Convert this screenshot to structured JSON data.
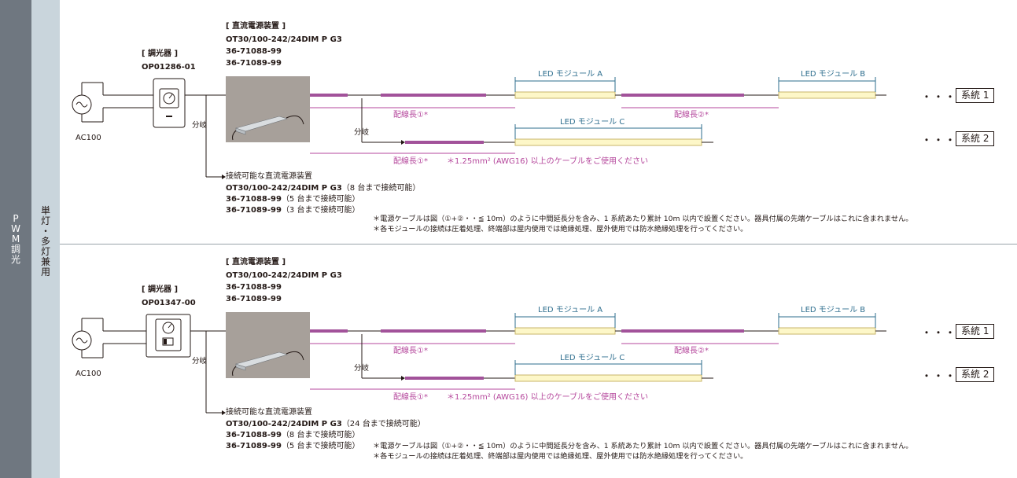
{
  "side": {
    "pwm_chars": [
      "P",
      "W",
      "M",
      "調",
      "光"
    ],
    "mode_chars": [
      "単",
      "灯",
      "・",
      "多",
      "灯",
      "兼",
      "用"
    ]
  },
  "sections": [
    {
      "dimmer_title": "[ 調光器 ]",
      "dimmer_model": "OP01286-01",
      "power_title": "[ 直流電源装置 ]",
      "power_models": [
        "OT30/100-242/24DIM P G3",
        "36-71088-99",
        "36-71089-99"
      ],
      "ac_label": "AC100",
      "branch1": "分岐",
      "branch2": "分岐",
      "module_a": "LED モジュール A",
      "module_b": "LED モジュール B",
      "module_c": "LED モジュール C",
      "len1": "配線長①*",
      "len2": "配線長②*",
      "len3": "配線長①*",
      "cable_note": "＊1.25mm² (AWG16) 以上のケーブルをご使用ください",
      "system1": "系統 1",
      "system2": "系統 2",
      "dots": "・・・・",
      "connect_title": "接続可能な直流電源装置",
      "connect_lines": [
        {
          "model": "OT30/100-242/24DIM P G3",
          "note": "（8 台まで接続可能）"
        },
        {
          "model": "36-71088-99",
          "note": "（5 台まで接続可能）"
        },
        {
          "model": "36-71089-99",
          "note": "（3 台まで接続可能）"
        }
      ],
      "notes": [
        "＊電源ケーブルは図（①+②・・≦ 10m）のように中間延長分を含み、1 系統あたり累計 10m 以内で設置ください。器具付属の先端ケーブルはこれに含まれません。",
        "＊各モジュールの接続は圧着処理、終端部は屋内使用では絶縁処理、屋外使用では防水絶縁処理を行ってください。"
      ]
    },
    {
      "dimmer_title": "[ 調光器 ]",
      "dimmer_model": "OP01347-00",
      "power_title": "[ 直流電源装置 ]",
      "power_models": [
        "OT30/100-242/24DIM P G3",
        "36-71088-99",
        "36-71089-99"
      ],
      "ac_label": "AC100",
      "branch1": "分岐",
      "branch2": "分岐",
      "module_a": "LED モジュール A",
      "module_b": "LED モジュール B",
      "module_c": "LED モジュール C",
      "len1": "配線長①*",
      "len2": "配線長②*",
      "len3": "配線長①*",
      "cable_note": "＊1.25mm² (AWG16) 以上のケーブルをご使用ください",
      "system1": "系統 1",
      "system2": "系統 2",
      "dots": "・・・・",
      "connect_title": "接続可能な直流電源装置",
      "connect_lines": [
        {
          "model": "OT30/100-242/24DIM P G3",
          "note": "（24 台まで接続可能）"
        },
        {
          "model": "36-71088-99",
          "note": "（8 台まで接続可能）"
        },
        {
          "model": "36-71089-99",
          "note": "（5 台まで接続可能）"
        }
      ],
      "notes": [
        "＊電源ケーブルは図（①+②・・≦ 10m）のように中間延長分を含み、1 系統あたり累計 10m 以内で設置ください。器具付属の先端ケーブルはこれに含まれません。",
        "＊各モジュールの接続は圧着処理、終端部は屋内使用では絶縁処理、屋外使用では防水絶縁処理を行ってください。"
      ]
    }
  ],
  "colors": {
    "cable": "#a2529a",
    "led_strip": "#fdf7c8",
    "led_border": "#c8b56a",
    "dimension": "#2e6e8e",
    "pink_text": "#b5479c",
    "power_box": "#a7a09a"
  }
}
